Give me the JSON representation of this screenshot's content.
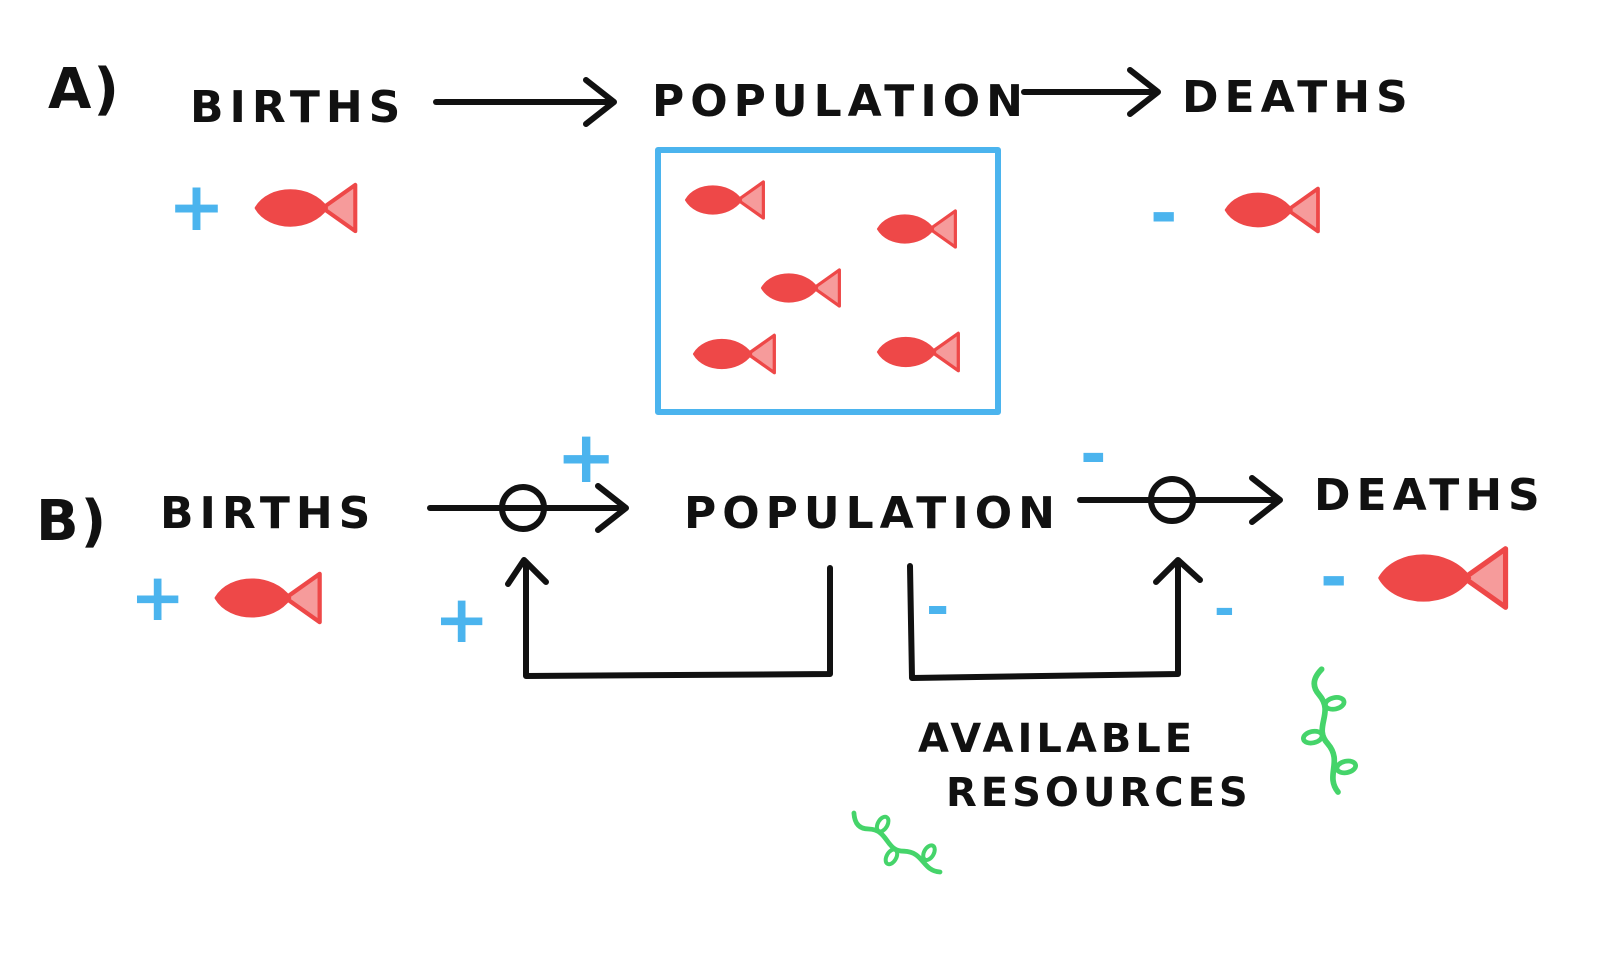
{
  "colors": {
    "ink": "#111111",
    "sign": "#4BB4EE",
    "fish": "#EE4848",
    "box": "#4BB4EE",
    "plant": "#45D46A"
  },
  "panel_a": {
    "label": "A)",
    "births": "BIRTHS",
    "population": "POPULATION",
    "deaths": "DEATHS",
    "plus": "+",
    "minus": "-"
  },
  "panel_b": {
    "label": "B)",
    "births": "BIRTHS",
    "population": "POPULATION",
    "deaths": "DEATHS",
    "resources_line1": "AVAILABLE",
    "resources_line2": "RESOURCES",
    "plus": "+",
    "minus": "-"
  },
  "icons": [
    "fish-icon",
    "plant-icon"
  ]
}
